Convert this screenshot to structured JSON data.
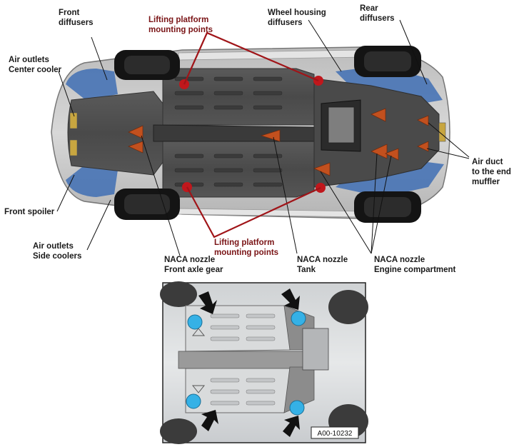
{
  "labels": {
    "front_diffusers": [
      "Front",
      "diffusers"
    ],
    "lifting_top": [
      "Lifting platform",
      "mounting points"
    ],
    "wheel_housing": [
      "Wheel housing",
      "diffusers"
    ],
    "rear_diffusers": [
      "Rear",
      "diffusers"
    ],
    "air_outlets_center": [
      "Air outlets",
      "Center cooler"
    ],
    "air_duct_end": [
      "Air duct",
      "to the end",
      "muffler"
    ],
    "front_spoiler": [
      "Front  spoiler"
    ],
    "air_outlets_side": [
      "Air outlets",
      "Side coolers"
    ],
    "naca_front": [
      "NACA nozzle",
      "Front axle gear"
    ],
    "lifting_bottom": [
      "Lifting platform",
      "mounting points"
    ],
    "naca_tank": [
      "NACA nozzle",
      "Tank"
    ],
    "naca_engine": [
      "NACA nozzle",
      "Engine compartment"
    ]
  },
  "reference_code": "A00-10232",
  "colors": {
    "accent_red": "#7a1416",
    "lift_point_red": "#c0171c",
    "diffuser_blue": "#3f6fb4",
    "naca_orange": "#c2501e",
    "inset_marker_blue": "#35b1e6",
    "panel_dark": "#4e4e4e"
  },
  "icons": {
    "inset_markers": "circle-marker-icon",
    "inset_arrows": "arrow-icon",
    "lift_points": "lift-point-icon"
  }
}
